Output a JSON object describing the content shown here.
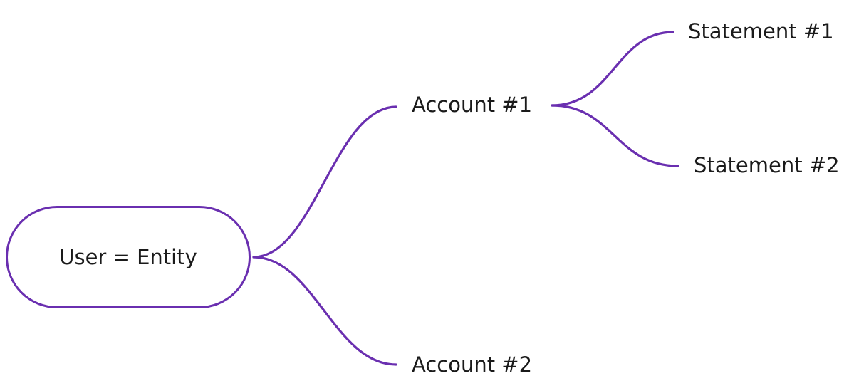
{
  "colors": {
    "branch": "#6a2fb0",
    "text": "#1a1a1a",
    "background": "#ffffff"
  },
  "mindmap": {
    "root": {
      "label": "User = Entity"
    },
    "accounts": [
      {
        "label": "Account #1",
        "statements": [
          {
            "label": "Statement #1"
          },
          {
            "label": "Statement #2"
          }
        ]
      },
      {
        "label": "Account #2",
        "statements": []
      }
    ]
  }
}
